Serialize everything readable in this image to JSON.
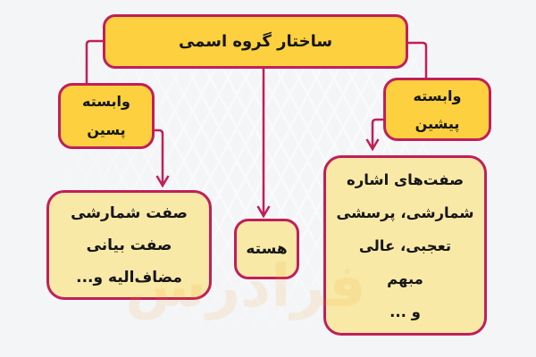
{
  "background": {
    "color": "#f4f5f7",
    "watermark_text": "فرادرس"
  },
  "palette": {
    "node_fill_strong": "#fcd03f",
    "node_fill_light": "#f9e9a7",
    "border_and_connectors": "#c01f5a",
    "text": "#161616",
    "watermark_orange": "#ef9a17"
  },
  "diagram": {
    "root": {
      "label": "ساختار گروه اسمی"
    },
    "post_dependent": {
      "lines": [
        "وابسته",
        "پسین"
      ]
    },
    "pre_dependent": {
      "lines": [
        "وابسته",
        "پیشین"
      ]
    },
    "head": {
      "label": "هسته"
    },
    "post_dependent_examples": {
      "lines": [
        "صفت شمارشی",
        "صفت بیانی",
        "مضاف‌الیه و..."
      ]
    },
    "pre_dependent_examples": {
      "lines": [
        "صفت‌های اشاره",
        "شمارشی، پرسشی",
        "تعجبی، عالی",
        "مبهم",
        "و ..."
      ]
    }
  }
}
